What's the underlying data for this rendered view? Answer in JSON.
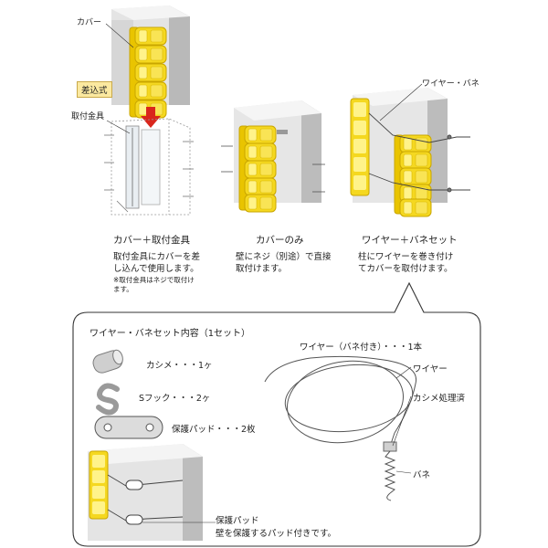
{
  "colors": {
    "cover_yellow": "#f5d820",
    "cover_shade": "#d9b800",
    "pillar_light": "#ededed",
    "pillar_dark": "#b8b8b8",
    "arrow_red": "#d9261c",
    "badge_bg": "#fbe9a0"
  },
  "labels": {
    "cover": "カバー",
    "insert_type": "差込式",
    "bracket": "取付金具",
    "wire_spring": "ワイヤー・バネ"
  },
  "panels": [
    {
      "title": "カバー＋取付金具",
      "desc": [
        "取付金具にカバーを差",
        "し込んで使用します。"
      ],
      "note": [
        "※取付金具はネジで取付け",
        "ます。"
      ]
    },
    {
      "title": "カバーのみ",
      "desc": [
        "壁にネジ（別途）で直接",
        "取付けます。"
      ]
    },
    {
      "title": "ワイヤー＋バネセット",
      "desc": [
        "柱にワイヤーを巻き付け",
        "てカバーを取付けます。"
      ]
    }
  ],
  "kit": {
    "heading": "ワイヤー・バネセット内容（1セット）",
    "items": [
      "カシメ・・・1ヶ",
      "Sフック・・・2ヶ",
      "保護パッド・・・2枚"
    ],
    "wire_title": "ワイヤー（バネ付き）・・・1本",
    "wire_labels": [
      "ワイヤー",
      "カシメ処理済",
      "バネ"
    ],
    "pad_title": "保護パッド",
    "pad_desc": "壁を保護するパッド付きです。"
  }
}
